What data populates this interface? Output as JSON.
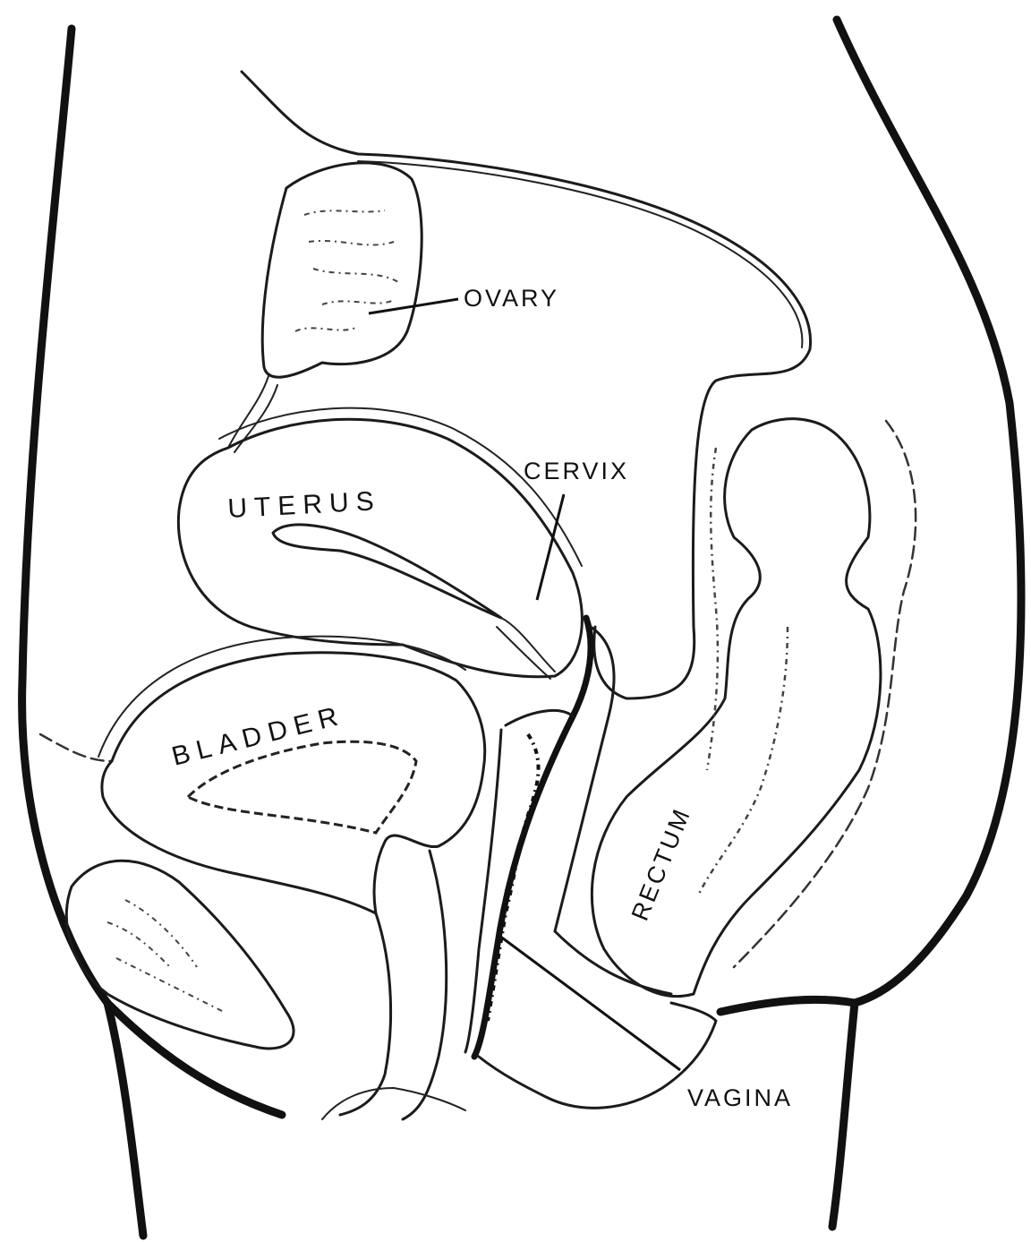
{
  "labels": {
    "ovary": "OVARY",
    "uterus": "UTERUS",
    "cervix": "CERVIX",
    "bladder": "BLADDER",
    "rectum": "RECTUM",
    "vagina": "VAGINA"
  },
  "colors": {
    "ink": "#111111",
    "background": "#ffffff"
  }
}
